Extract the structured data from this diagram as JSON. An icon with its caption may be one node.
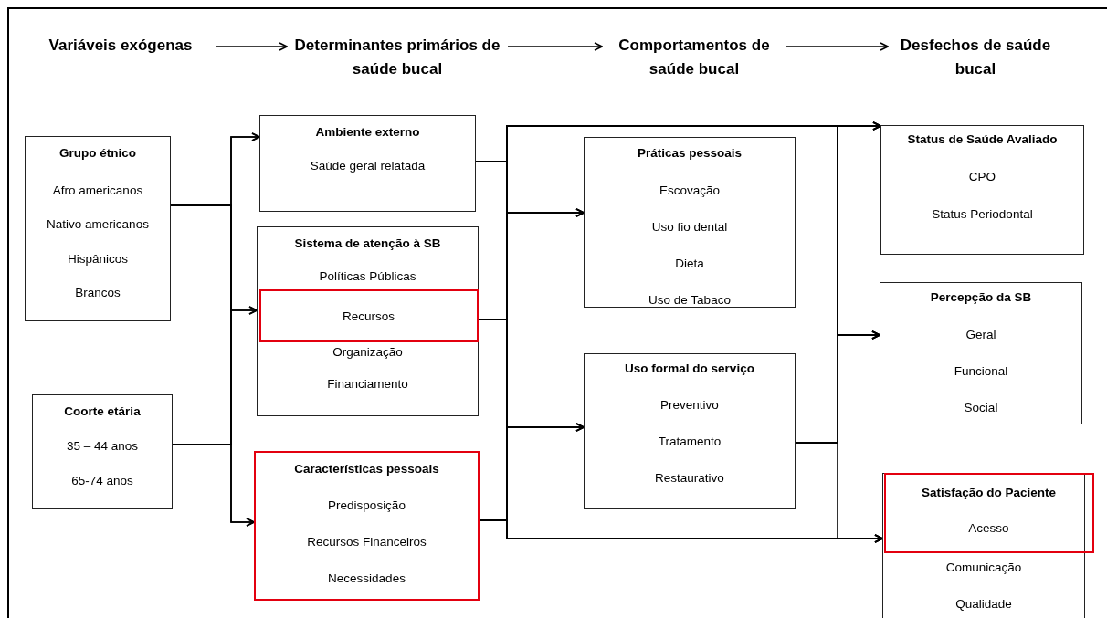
{
  "diagram": {
    "nodes": [
      {
        "text": [
          "Variáveis exógenas"
        ]
      },
      {
        "text": [
          "Determinantes primários de saúde bucal"
        ]
      },
      {
        "text": [
          "Comportamentos de saúde bucal"
        ]
      },
      {
        "text": [
          "Desfechos de saúde bucal"
        ]
      },
      {
        "text": [
          "Grupo étnico",
          "Afro americanos",
          "Nativo americanos",
          "Hispânicos",
          "Brancos"
        ]
      },
      {
        "text": [
          "Coorte etária",
          "35 – 44 anos",
          "65-74 anos"
        ]
      },
      {
        "text": [
          "Ambiente externo",
          "Saúde geral relatada"
        ]
      },
      {
        "text": [
          "Sistema de atenção à SB",
          "Políticas Públicas",
          "Organização",
          "Financiamento"
        ]
      },
      {
        "text": [
          "Recursos"
        ],
        "in": 7
      },
      {
        "text": [
          "Características pessoais",
          "Predisposição",
          "Recursos Financeiros",
          "Necessidades"
        ]
      },
      {
        "text": [
          "Práticas pessoais",
          "Escovação",
          "Uso fio dental",
          "Dieta",
          "Uso de Tabaco"
        ]
      },
      {
        "text": [
          "Uso formal do serviço",
          "Preventivo",
          "Tratamento",
          "Restaurativo"
        ]
      },
      {
        "text": [
          "Status de Saúde Avaliado",
          "CPO",
          "Status Periodontal"
        ]
      },
      {
        "text": [
          "Percepção da SB",
          "Geral",
          "Funcional",
          "Social"
        ]
      },
      {
        "text": [
          "Comunicação",
          "Qualidade"
        ]
      },
      {
        "text": [
          "Satisfação do Paciente",
          "Acesso"
        ],
        "in": 14
      }
    ],
    "edges": [
      {
        "from": 0,
        "to": 1,
        "arrow": "to"
      },
      {
        "from": 1,
        "to": 2,
        "arrow": "to"
      },
      {
        "from": 2,
        "to": 3,
        "arrow": "to"
      },
      {
        "from": 4,
        "to": 6,
        "arrow": "to"
      },
      {
        "from": 4,
        "to": 7,
        "arrow": "to"
      },
      {
        "from": 4,
        "to": 9,
        "arrow": "to"
      },
      {
        "from": 5,
        "to": 6,
        "arrow": "to"
      },
      {
        "from": 5,
        "to": 7,
        "arrow": "to"
      },
      {
        "from": 5,
        "to": 9,
        "arrow": "to"
      },
      {
        "from": 6,
        "to": 10,
        "arrow": "to"
      },
      {
        "from": 6,
        "to": 11,
        "arrow": "to"
      },
      {
        "from": 6,
        "to": 12,
        "arrow": "to"
      },
      {
        "from": 6,
        "to": 13,
        "arrow": "to"
      },
      {
        "from": 6,
        "to": 14,
        "arrow": "to"
      },
      {
        "from": 7,
        "to": 10,
        "arrow": "to"
      },
      {
        "from": 7,
        "to": 11,
        "arrow": "to"
      },
      {
        "from": 7,
        "to": 12,
        "arrow": "to"
      },
      {
        "from": 7,
        "to": 13,
        "arrow": "to"
      },
      {
        "from": 7,
        "to": 14,
        "arrow": "to"
      },
      {
        "from": 9,
        "to": 10,
        "arrow": "to"
      },
      {
        "from": 9,
        "to": 11,
        "arrow": "to"
      },
      {
        "from": 9,
        "to": 12,
        "arrow": "to"
      },
      {
        "from": 9,
        "to": 13,
        "arrow": "to"
      },
      {
        "from": 9,
        "to": 14,
        "arrow": "to"
      },
      {
        "from": 11,
        "to": 12,
        "arrow": "to"
      },
      {
        "from": 11,
        "to": 13,
        "arrow": "to"
      },
      {
        "from": 11,
        "to": 14,
        "arrow": "to"
      }
    ]
  }
}
